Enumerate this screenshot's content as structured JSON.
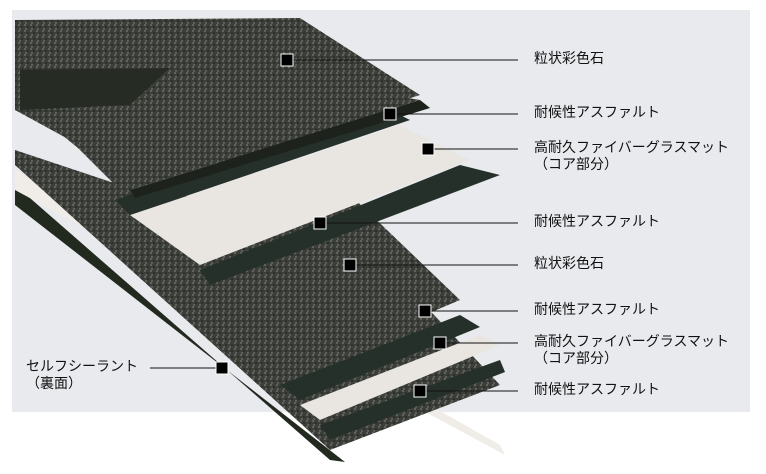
{
  "labels": {
    "l1": "粒状彩色石",
    "l2": "耐候性アスファルト",
    "l3a": "高耐久ファイバーグラスマット",
    "l3b": "（コア部分）",
    "l4": "耐候性アスファルト",
    "l5": "粒状彩色石",
    "l6": "耐候性アスファルト",
    "l7a": "高耐久ファイバーグラスマット",
    "l7b": "（コア部分）",
    "l8": "耐候性アスファルト",
    "left_a": "セルフシーラント",
    "left_b": "（裏面）"
  },
  "colors": {
    "granule": "#3a3d38",
    "asphalt": "#26302a",
    "mat": "#e9e6e2",
    "panel": "#e8eaed"
  }
}
